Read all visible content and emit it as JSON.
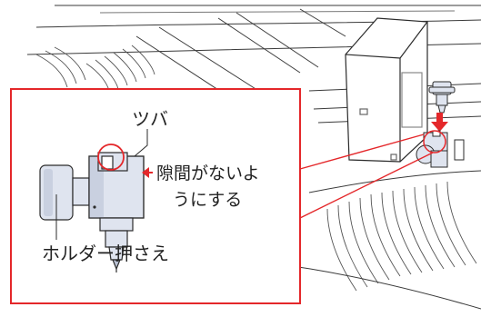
{
  "labels": {
    "flange": "ツバ",
    "gap_line1": "隙間がないよ",
    "gap_line2": "うにする",
    "holder_press": "ホルダー押さえ"
  },
  "colors": {
    "callout": "#e4272a",
    "arrow": "#e4272a",
    "line": "#2b2b2b",
    "part_fill": "#dfe4ef",
    "part_shade": "#b9c1d3"
  }
}
